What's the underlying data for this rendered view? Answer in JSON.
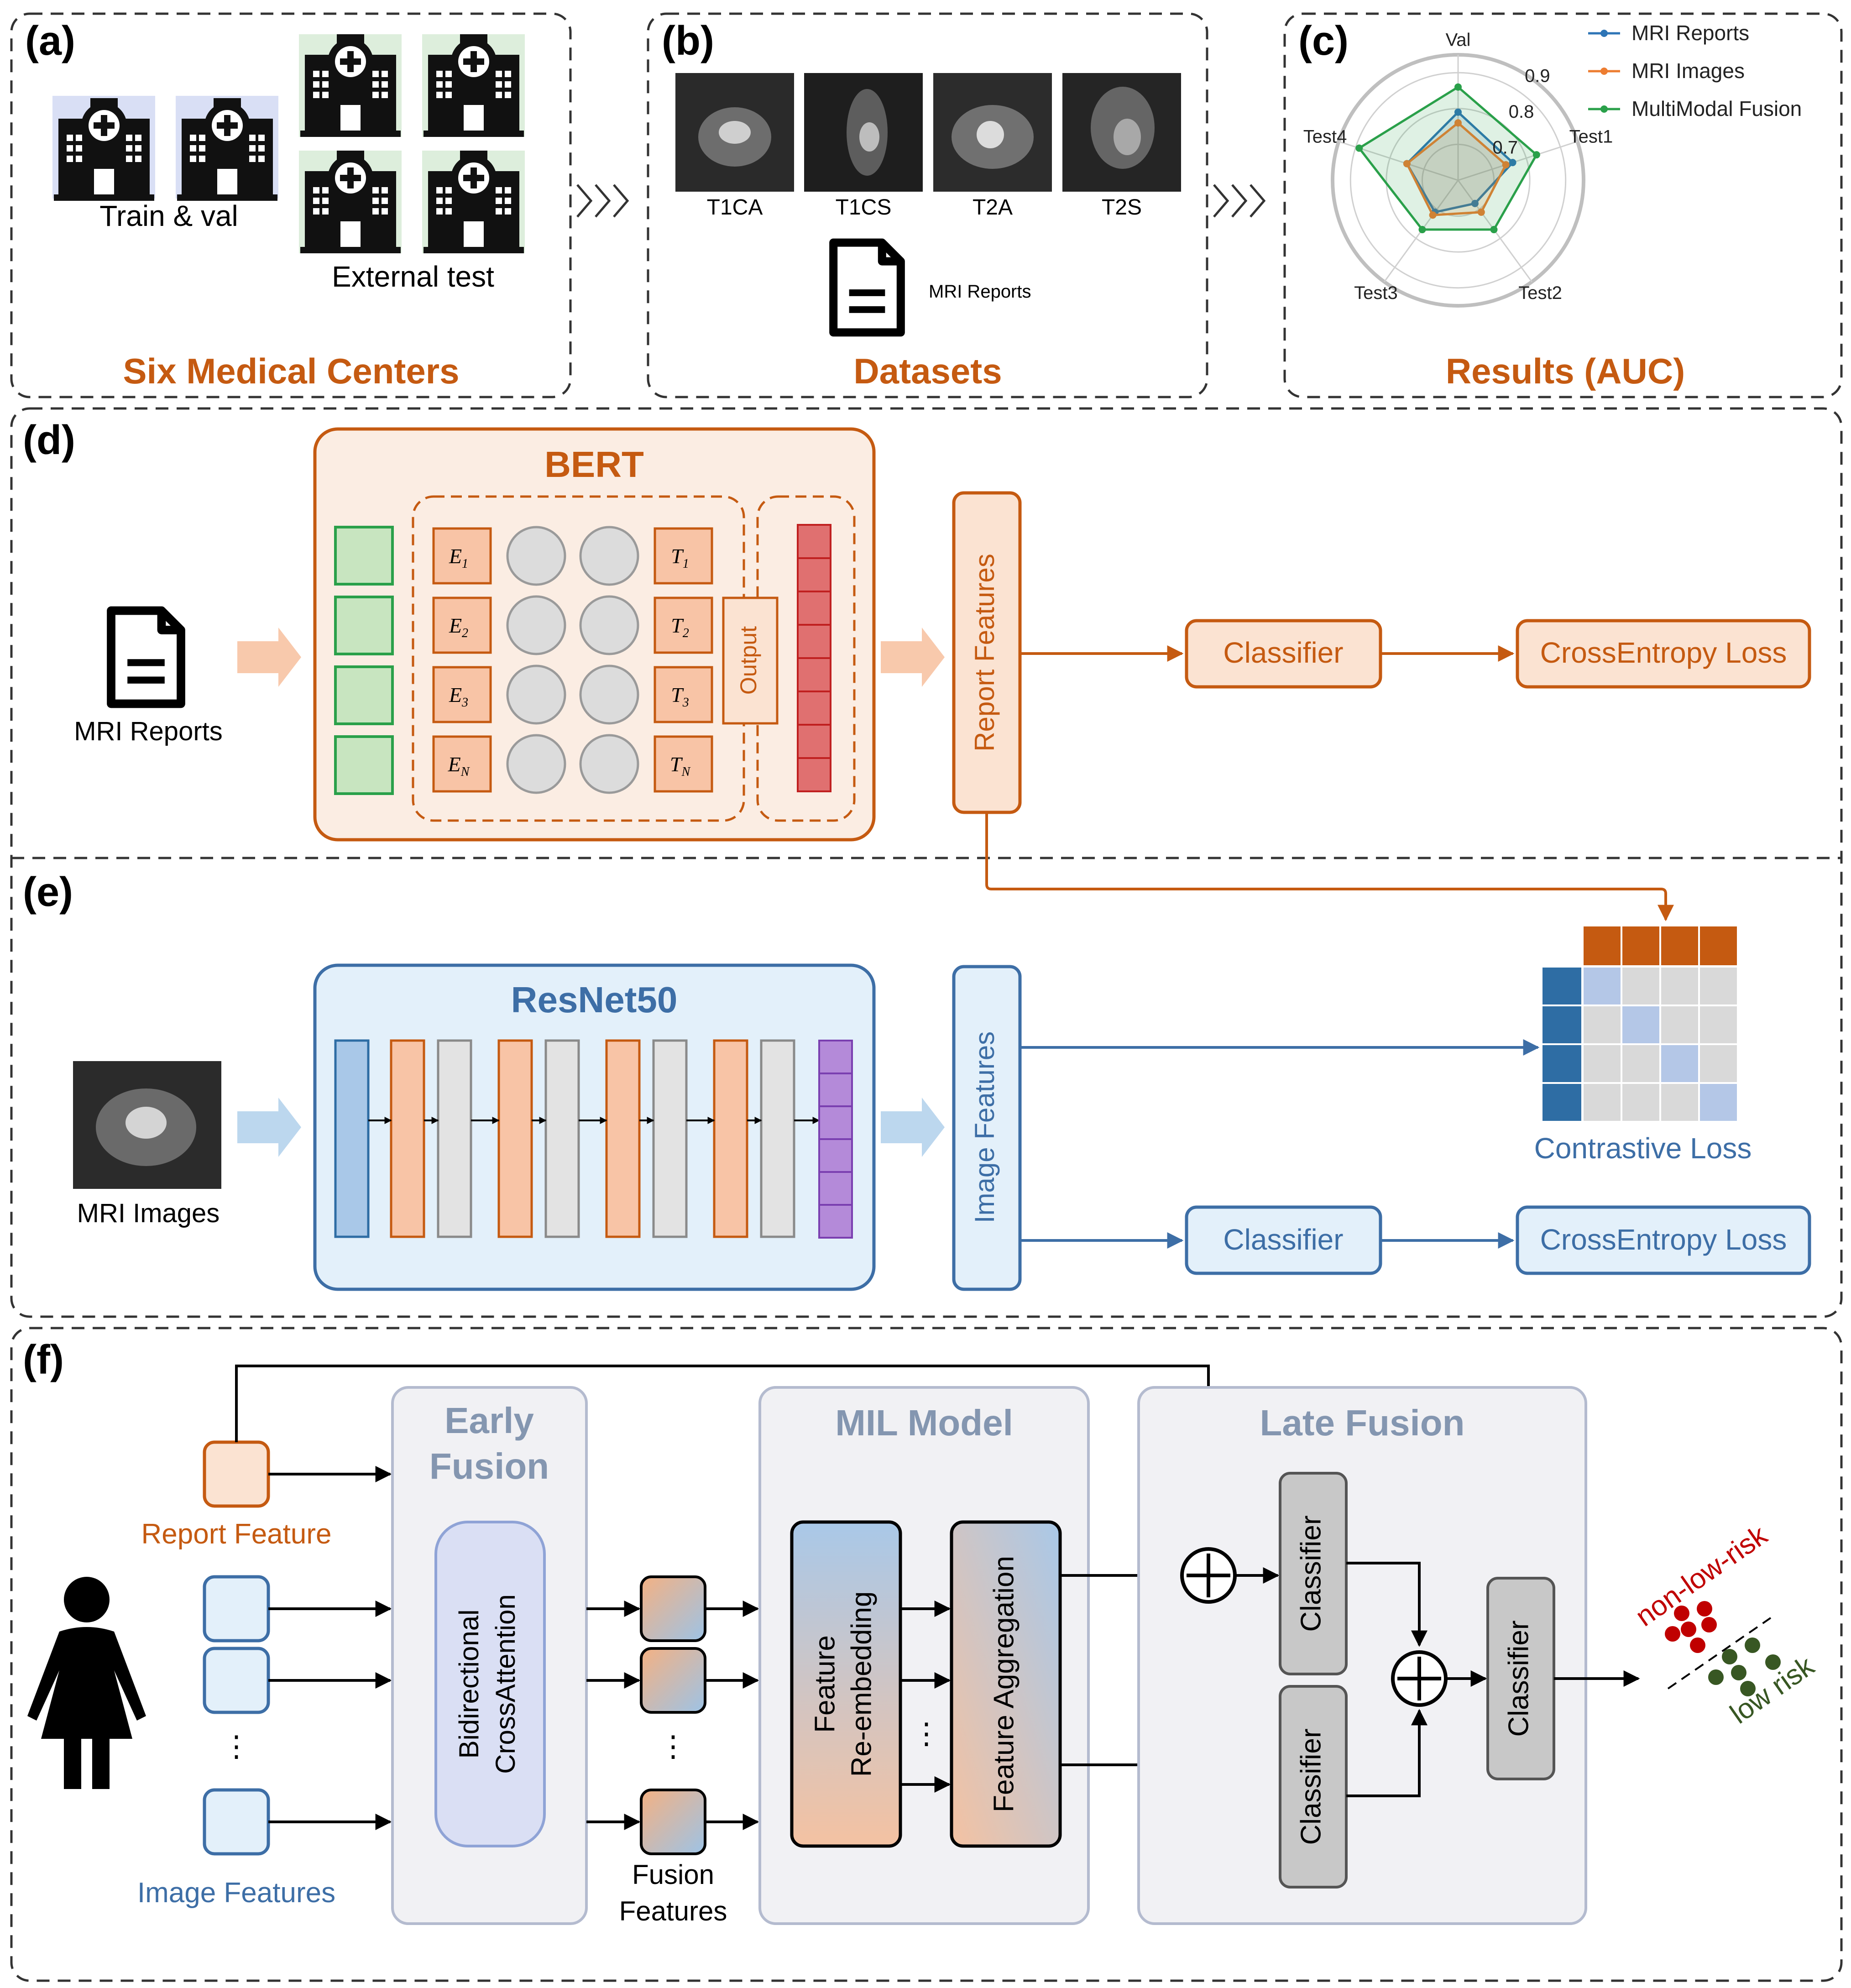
{
  "colors": {
    "orange": "#C55A11",
    "orange_fill": "#FBE3D2",
    "orange_block": "#F8C4A6",
    "blue": "#3D6EA6",
    "blue_fill": "#E3F0FA",
    "blue_block": "#2E6DA4",
    "green": "#2AA04A",
    "green_fill": "#C8E5C0",
    "red_bar": "#E07070",
    "purple_bar": "#9B6BC8",
    "gray": "#BBBBBB",
    "gray_block": "#C8C8C8",
    "hospital_blue_bg": "#D9DFF5",
    "hospital_green_bg": "#DDEEDC",
    "risk_red": "#C00000",
    "risk_green": "#385723"
  },
  "panel_a": {
    "tag": "(a)",
    "train_label": "Train & val",
    "test_label": "External test",
    "footer": "Six Medical Centers",
    "icons": [
      "hospital-icon"
    ]
  },
  "panel_b": {
    "tag": "(b)",
    "sequences": [
      "T1CA",
      "T1CS",
      "T2A",
      "T2S"
    ],
    "report_label": "MRI Reports",
    "footer": "Datasets"
  },
  "panel_c": {
    "tag": "(c)",
    "footer": "Results (AUC)"
  },
  "chart_data": {
    "type": "radar",
    "axes": [
      "Val",
      "Test1",
      "Test2",
      "Test3",
      "Test4"
    ],
    "rlim": [
      0.6,
      0.95
    ],
    "tick_labels": [
      "0.7",
      "0.8",
      "0.9"
    ],
    "ticks": [
      0.7,
      0.8,
      0.9
    ],
    "series": [
      {
        "name": "MRI Reports",
        "color": "#2E75B6",
        "values": [
          0.79,
          0.76,
          0.68,
          0.71,
          0.75
        ]
      },
      {
        "name": "MRI Images",
        "color": "#ED7D31",
        "values": [
          0.76,
          0.74,
          0.71,
          0.72,
          0.75
        ]
      },
      {
        "name": "MultiModal Fusion",
        "color": "#2AA04A",
        "values": [
          0.86,
          0.83,
          0.77,
          0.77,
          0.89
        ]
      }
    ],
    "legend_position": "top-right"
  },
  "panel_d": {
    "tag": "(d)",
    "input_label": "MRI Reports",
    "model_title": "BERT",
    "embeddings": [
      "E1",
      "E2",
      "E3",
      "EN"
    ],
    "embedding_subs": [
      "1",
      "2",
      "3",
      "N"
    ],
    "outputs": [
      "T1",
      "T2",
      "T3",
      "TN"
    ],
    "output_label": "Output",
    "features_label": "Report Features",
    "classifier_label": "Classifier",
    "loss_label": "CrossEntropy Loss"
  },
  "panel_e": {
    "tag": "(e)",
    "input_label": "MRI Images",
    "model_title": "ResNet50",
    "features_label": "Image Features",
    "contrastive_label": "Contrastive Loss",
    "classifier_label": "Classifier",
    "loss_label": "CrossEntropy Loss"
  },
  "panel_f": {
    "tag": "(f)",
    "report_feature_label": "Report Feature",
    "image_features_label": "Image Features",
    "ellipsis": "⋮",
    "early_fusion_title_1": "Early",
    "early_fusion_title_2": "Fusion",
    "cross_attention_label_1": "Bidirectional",
    "cross_attention_label_2": "CrossAttention",
    "fusion_features_label_1": "Fusion",
    "fusion_features_label_2": "Features",
    "mil_title": "MIL Model",
    "reembed_label_1": "Feature",
    "reembed_label_2": "Re-embedding",
    "aggregation_label": "Feature Aggregation",
    "late_fusion_title": "Late Fusion",
    "classifier_label": "Classifier",
    "non_low_risk_label": "non-low-risk",
    "low_risk_label": "low risk",
    "icons": [
      "woman-icon",
      "plus-circle-icon"
    ]
  }
}
